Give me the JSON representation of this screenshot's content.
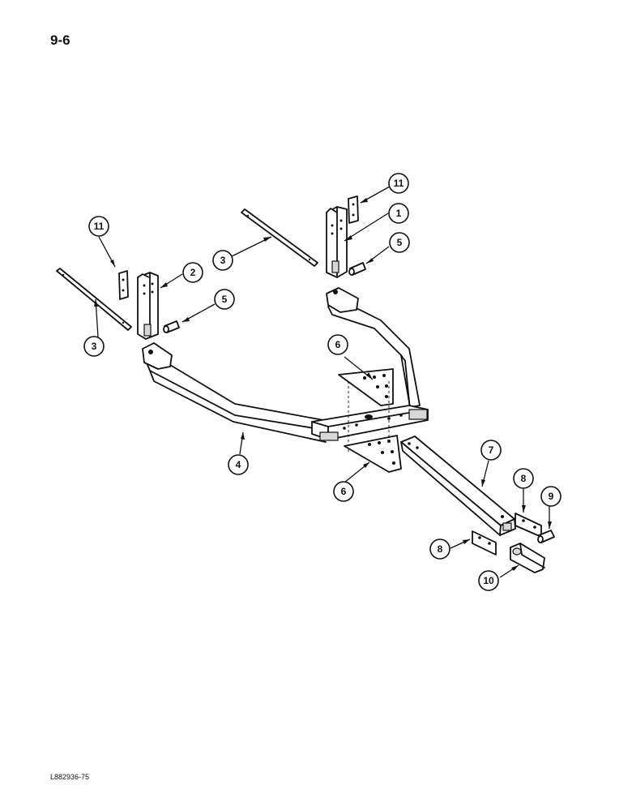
{
  "page": {
    "page_number": "9-6",
    "figure_code": "L882936-75"
  },
  "callouts": [
    {
      "id": "c1",
      "label": "1"
    },
    {
      "id": "c2",
      "label": "2"
    },
    {
      "id": "c3a",
      "label": "3"
    },
    {
      "id": "c3b",
      "label": "3"
    },
    {
      "id": "c4",
      "label": "4"
    },
    {
      "id": "c5a",
      "label": "5"
    },
    {
      "id": "c5b",
      "label": "5"
    },
    {
      "id": "c6a",
      "label": "6"
    },
    {
      "id": "c6b",
      "label": "6"
    },
    {
      "id": "c7",
      "label": "7"
    },
    {
      "id": "c8a",
      "label": "8"
    },
    {
      "id": "c8b",
      "label": "8"
    },
    {
      "id": "c9",
      "label": "9"
    },
    {
      "id": "c10",
      "label": "10"
    },
    {
      "id": "c11a",
      "label": "11"
    },
    {
      "id": "c11b",
      "label": "11"
    }
  ]
}
